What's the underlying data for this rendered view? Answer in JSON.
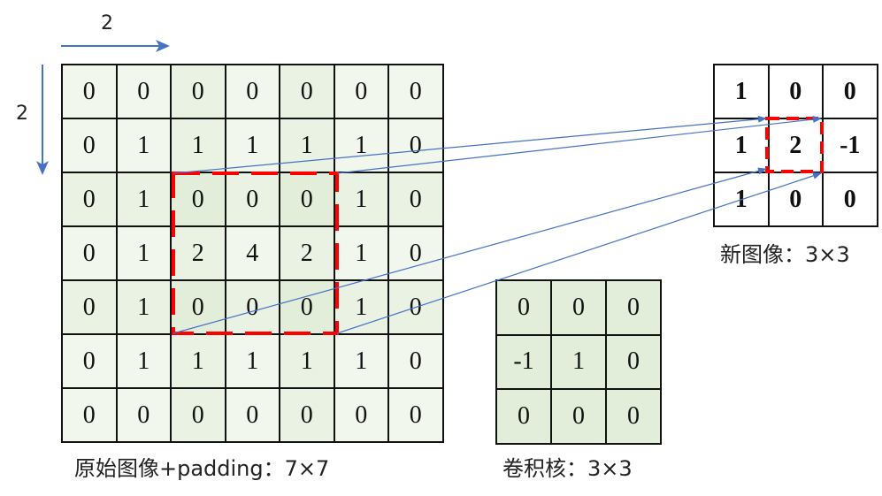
{
  "stride": {
    "horizontal": "2",
    "vertical": "2"
  },
  "input": {
    "caption": "原始图像+padding：7×7",
    "rows": [
      [
        "0",
        "0",
        "0",
        "0",
        "0",
        "0",
        "0"
      ],
      [
        "0",
        "1",
        "1",
        "1",
        "1",
        "1",
        "0"
      ],
      [
        "0",
        "1",
        "0",
        "0",
        "0",
        "1",
        "0"
      ],
      [
        "0",
        "1",
        "2",
        "4",
        "2",
        "1",
        "0"
      ],
      [
        "0",
        "1",
        "0",
        "0",
        "0",
        "1",
        "0"
      ],
      [
        "0",
        "1",
        "1",
        "1",
        "1",
        "1",
        "0"
      ],
      [
        "0",
        "0",
        "0",
        "0",
        "0",
        "0",
        "0"
      ]
    ]
  },
  "kernel": {
    "caption": "卷积核：3×3",
    "rows": [
      [
        "0",
        "0",
        "0"
      ],
      [
        "-1",
        "1",
        "0"
      ],
      [
        "0",
        "0",
        "0"
      ]
    ]
  },
  "output": {
    "caption": "新图像：3×3",
    "rows": [
      [
        "1",
        "0",
        "0"
      ],
      [
        "1",
        "2",
        "-1"
      ],
      [
        "1",
        "0",
        "0"
      ]
    ]
  },
  "colors": {
    "arrow": "#4472c4",
    "highlight": "#ff0000",
    "cell_light": "#f2f7ee",
    "cell_mid": "#eaf2e3",
    "cell_dark": "#e2eed9",
    "kernel_fill": "#e2eed9"
  }
}
